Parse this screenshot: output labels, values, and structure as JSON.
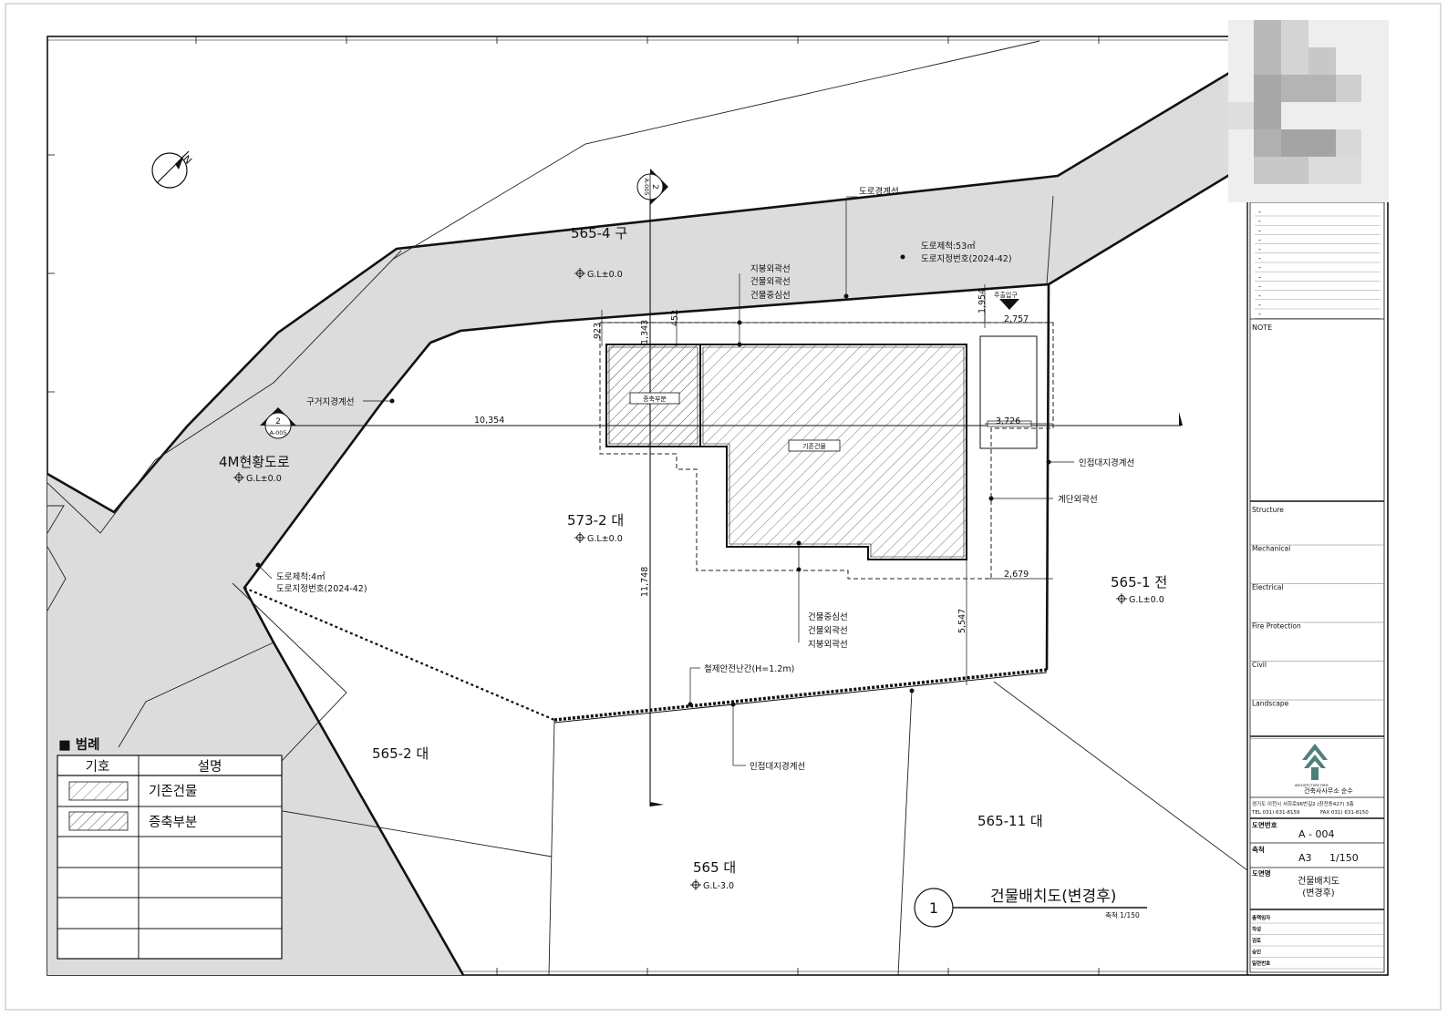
{
  "drawing": {
    "title": "건물배치도(변경후)",
    "scale_text": "축척   1/150",
    "number": "1",
    "north_label": "N"
  },
  "parcels": [
    {
      "id": "road-565-4",
      "label": "565-4 구"
    },
    {
      "id": "road-4m",
      "label": "4M현황도로"
    },
    {
      "id": "lot-573-2",
      "label": "573-2 대"
    },
    {
      "id": "lot-565-1",
      "label": "565-1 전"
    },
    {
      "id": "lot-565-2",
      "label": "565-2 대"
    },
    {
      "id": "lot-565",
      "label": "565 대"
    },
    {
      "id": "lot-565-11",
      "label": "565-11 대"
    }
  ],
  "ground_levels": [
    {
      "id": "gl-road-top",
      "text": "G.L±0.0"
    },
    {
      "id": "gl-road-4m",
      "text": "G.L±0.0"
    },
    {
      "id": "gl-573-2",
      "text": "G.L±0.0"
    },
    {
      "id": "gl-565-1",
      "text": "G.L±0.0"
    },
    {
      "id": "gl-565",
      "text": "G.L-3.0"
    }
  ],
  "annotations": {
    "road_boundary": "도로경계선",
    "road_area_top_1": "도로제척:53㎡",
    "road_area_top_2": "도로지정번호(2024-42)",
    "roof_outline_top": "지붕외곽선",
    "bldg_outline_top": "건물외곽선",
    "bldg_center_top": "건물중심선",
    "old_boundary": "구거지경계선",
    "road_area_left_1": "도로제척:4㎡",
    "road_area_left_2": "도로지정번호(2024-42)",
    "adjacent_boundary_right": "인접대지경계선",
    "stair_outline": "계단외곽선",
    "bldg_center_bottom": "건물중심선",
    "bldg_outline_bottom": "건물외곽선",
    "roof_outline_bottom": "지붕외곽선",
    "railing": "철제안전난간(H=1.2m)",
    "adjacent_boundary_bottom": "인접대지경계선",
    "entrance": "주출입구",
    "extension_tag": "증축부분",
    "existing_tag": "기존건물",
    "section_mark_number": "2",
    "section_mark_sheet": "A-005"
  },
  "dimensions": {
    "d_923": "923",
    "d_1343": "1,343",
    "d_452": "452",
    "d_1954": "1,954",
    "d_2757": "2,757",
    "d_10354": "10,354",
    "d_3726": "3,726",
    "d_2679": "2,679",
    "d_11748": "11,748",
    "d_5547": "5,547"
  },
  "legend": {
    "heading": "■ 범례",
    "col_symbol": "기호",
    "col_desc": "설명",
    "rows": [
      {
        "desc": "기존건물"
      },
      {
        "desc": "증축부분"
      },
      {
        "desc": ""
      },
      {
        "desc": ""
      },
      {
        "desc": ""
      },
      {
        "desc": ""
      }
    ]
  },
  "title_block": {
    "dash_rows": [
      "-",
      "-",
      "-",
      "-",
      "-",
      "-",
      "-",
      "-",
      "-",
      "-",
      "-",
      "-"
    ],
    "note_label": "NOTE",
    "disciplines": [
      "Structure",
      "Mechanical",
      "Electrical",
      "Fire Protection",
      "Civil",
      "Landscape"
    ],
    "office_tagline": "ARCHITECTURE FIRM",
    "office_name": "건축사사무소 순수",
    "address": "경기도 이천시 서희로96번길2 (창전동427) 3층",
    "tel": "TEL 031) 631-8159",
    "fax": "FAX 031) 631-8150",
    "drawing_no_label": "도면번호",
    "drawing_no_value": "A -     004",
    "scale_label": "축척",
    "paper": "A3",
    "scale_value": "1/150",
    "drawing_name_label": "도면명",
    "drawing_name_1": "건물배치도",
    "drawing_name_2": "(변경후)",
    "sign_rows": [
      "총책임자",
      "작성",
      "검토",
      "승인",
      "일련번호"
    ]
  },
  "colors": {
    "line": "#111111",
    "road_fill": "#dcdcdc",
    "paper": "#ffffff"
  }
}
